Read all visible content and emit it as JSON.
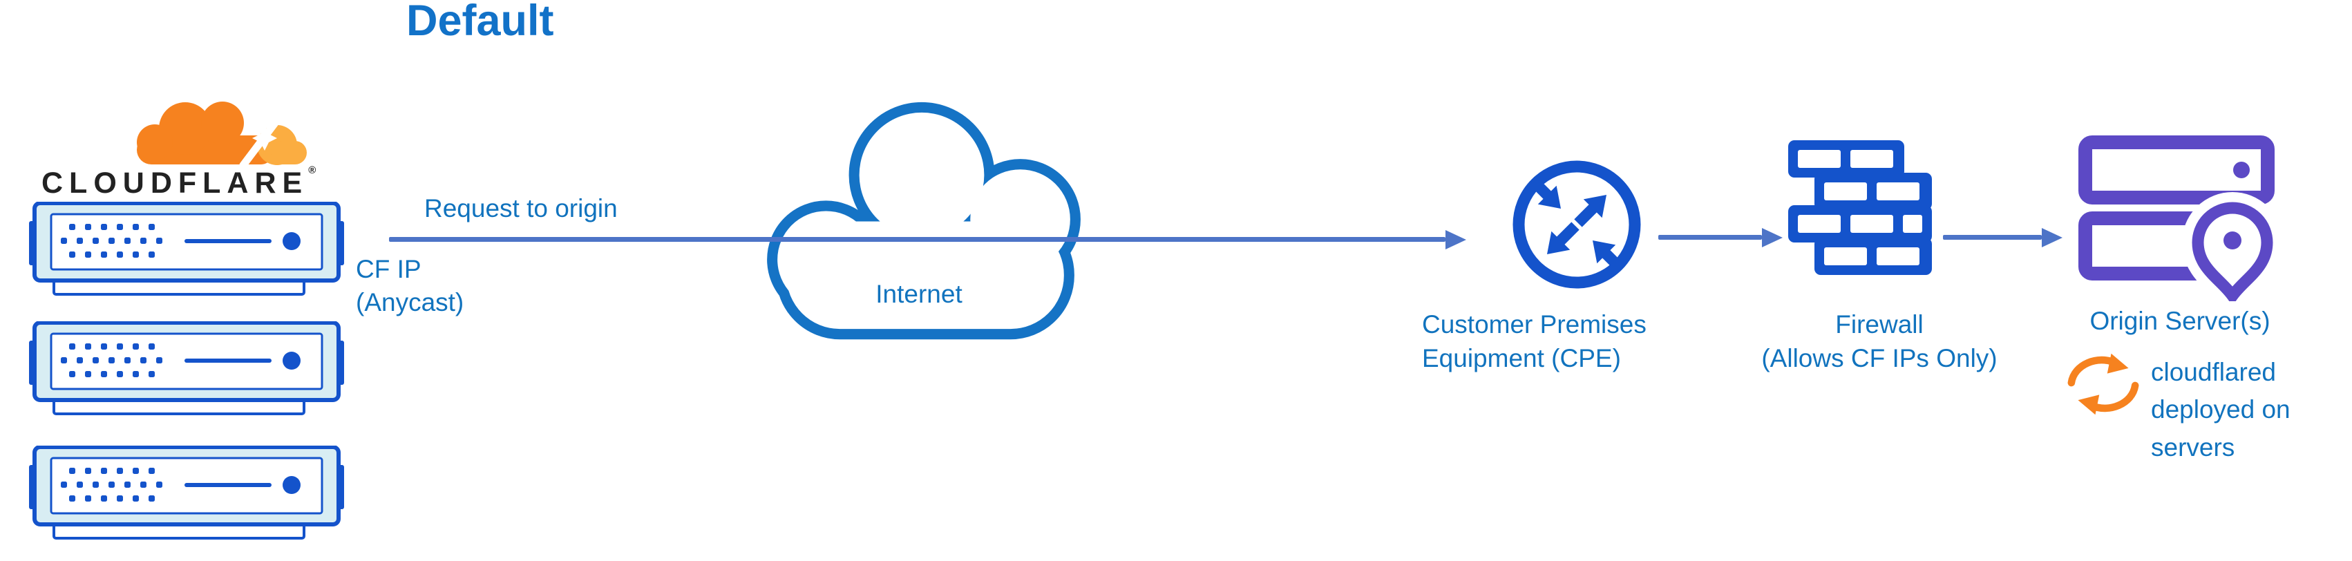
{
  "title": "Default",
  "logo": {
    "wordmark": "CLOUDFLARE",
    "registered": "®"
  },
  "labels": {
    "request": "Request to origin",
    "cf_ip": [
      "CF IP",
      "(Anycast)"
    ],
    "internet": "Internet",
    "cpe": [
      "Customer Premises",
      "Equipment (CPE)"
    ],
    "firewall": [
      "Firewall",
      "(Allows CF IPs Only)"
    ],
    "origin": "Origin Server(s)",
    "cloudflared": [
      "cloudflared",
      "deployed on",
      "servers"
    ]
  },
  "icons": {
    "logo": "cloudflare-logo",
    "servers": "cloudflare-edge-server-icon",
    "cloud": "internet-cloud-icon",
    "cpe": "cpe-router-icon",
    "firewall": "firewall-brick-icon",
    "origin": "origin-server-icon",
    "pin": "location-pin-icon",
    "sync": "cloudflared-sync-icon"
  },
  "colors": {
    "title_blue": "#1272C8",
    "label_blue": "#1173BE",
    "icon_blue": "#1453CB",
    "cloud_stroke_blue": "#1573C5",
    "arrow_blue": "#4D74C7",
    "server_fill": "#D8EDF3",
    "cloudflare_orange": "#F6821F",
    "cloudflare_orange_light": "#FBAD41",
    "wordmark_black": "#222222",
    "origin_purple": "#5C49C5"
  }
}
